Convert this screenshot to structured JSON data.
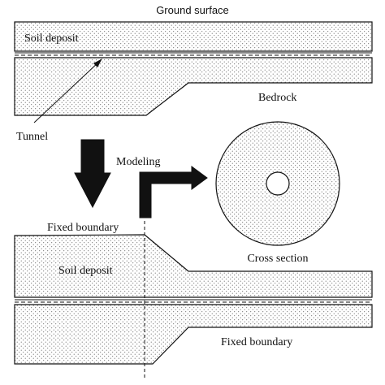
{
  "labels": {
    "ground_surface": "Ground surface",
    "soil_deposit_top": "Soil deposit",
    "bedrock": "Bedrock",
    "tunnel": "Tunnel",
    "modeling": "Modeling",
    "fixed_boundary_top": "Fixed boundary",
    "soil_deposit_bottom": "Soil deposit",
    "cross_section": "Cross section",
    "fixed_boundary_bottom": "Fixed boundary"
  }
}
